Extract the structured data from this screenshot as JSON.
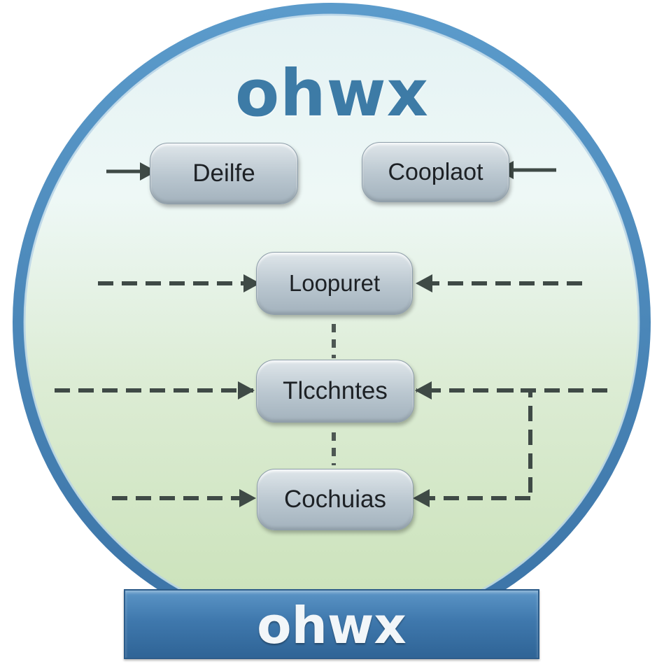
{
  "diagram": {
    "title": "ohwx",
    "base_label": "ohwx",
    "nodes": [
      {
        "id": "n1",
        "label": "Deilfe"
      },
      {
        "id": "n2",
        "label": "Cooplaot"
      },
      {
        "id": "n3",
        "label": "Loopuret"
      },
      {
        "id": "n4",
        "label": "Tlcchntes"
      },
      {
        "id": "n5",
        "label": "Cochuias"
      }
    ]
  },
  "colors": {
    "ring": "#4a86b8",
    "plate": "#3f78ad",
    "title_text": "#3d7ba6",
    "arrow": "#3f4a46",
    "node_text": "#1d2125"
  }
}
